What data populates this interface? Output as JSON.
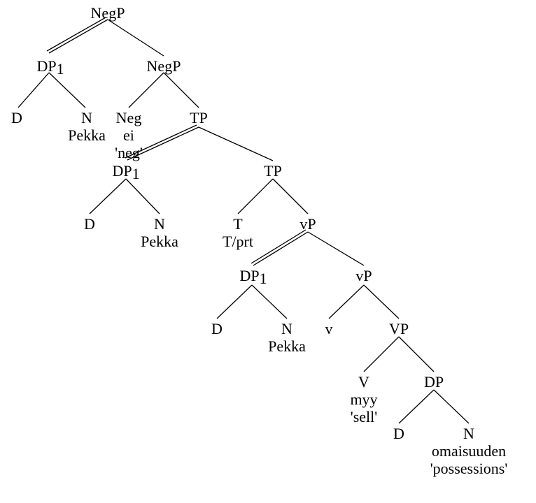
{
  "nodes": {
    "root": "NegP",
    "dp_top": "DP",
    "dp_top_sub": "1",
    "negp_lower": "NegP",
    "d_top": "D",
    "n_top": "N",
    "n_top_word": "Pekka",
    "neg": "Neg",
    "neg_word": "ei",
    "neg_gloss": "'neg'",
    "tp_upper": "TP",
    "dp_mid": "DP",
    "dp_mid_sub": "1",
    "tp_lower": "TP",
    "d_mid": "D",
    "n_mid": "N",
    "n_mid_word": "Pekka",
    "t": "T",
    "t_word": "T/prt",
    "vp_upper": "vP",
    "dp_low": "DP",
    "dp_low_sub": "1",
    "vp_lower": "vP",
    "d_low": "D",
    "n_low": "N",
    "n_low_word": "Pekka",
    "v_small": "v",
    "vp_big": "VP",
    "v_big": "V",
    "v_big_word": "myy",
    "v_big_gloss": "'sell'",
    "dp_obj": "DP",
    "d_obj": "D",
    "n_obj": "N",
    "n_obj_word": "omaisuuden",
    "n_obj_gloss": "'possessions'"
  }
}
